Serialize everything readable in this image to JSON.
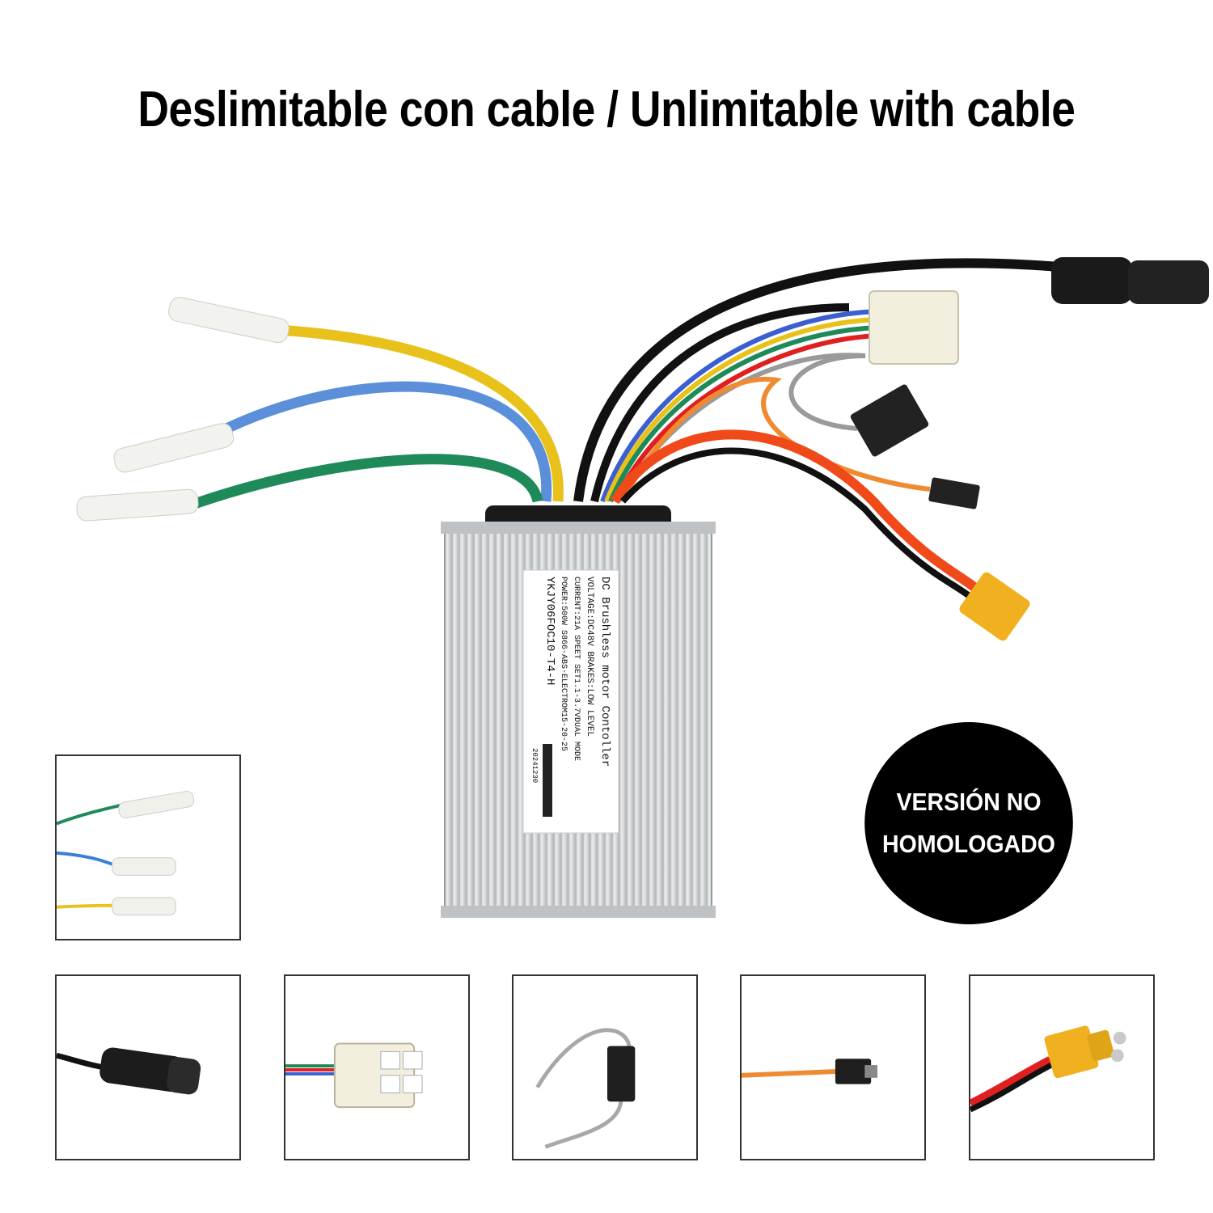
{
  "title": "Deslimitable con cable / Unlimitable with cable",
  "badge": {
    "line1": "VERSIÓN NO",
    "line2": "HOMOLOGADO"
  },
  "label": {
    "line1": "DC Brushless motor Contoller",
    "line2": "VOLTAGE:DC48V    BRAKES:LOW LEVEL",
    "line3": "CURRENT:21A    SPEET SET1.1-3.7VDUAL MODE",
    "line4": "POWER:500W    S866-ABS-ELECTROM15-20-25",
    "line5": "YKJY06FOC10-T4-H",
    "date": "20241230"
  },
  "thumbnails": [
    "phase-wires-connectors",
    "display-round-connector",
    "hall-white-connector",
    "gray-two-pin-connector",
    "orange-two-pin-connector",
    "xt60-power-connector"
  ],
  "colors": {
    "yellow_wire": "#e8c21a",
    "blue_wire": "#5b8fd9",
    "green_wire": "#1e8a5a",
    "red_wire": "#f04a1a",
    "black_wire": "#111111",
    "orange_wire": "#f08a30",
    "gray_wire": "#9a9a9a",
    "xt60": "#f0b020"
  }
}
